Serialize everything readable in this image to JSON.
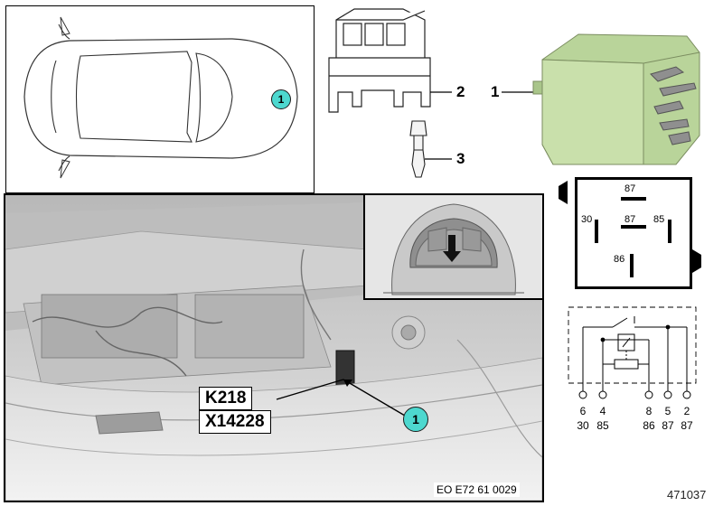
{
  "callouts": {
    "one": "1",
    "two": "2",
    "three": "3"
  },
  "location_marker": "1",
  "photo_marker": "1",
  "codes": {
    "relay": "K218",
    "connector": "X14228"
  },
  "relay_pins": {
    "p87_top": "87",
    "p30": "30",
    "p87_mid": "87",
    "p85": "85",
    "p86": "86"
  },
  "schematic_pins": [
    {
      "top": "6",
      "bottom": "30"
    },
    {
      "top": "4",
      "bottom": "85"
    },
    {
      "top": "8",
      "bottom": "86"
    },
    {
      "top": "5",
      "bottom": "87"
    },
    {
      "top": "2",
      "bottom": "87"
    }
  ],
  "photo_reference": "EO E72 61 0029",
  "diagram_number": "471037",
  "colors": {
    "marker": "#4dd8cf",
    "relay_body": "#b9d49a",
    "frame": "#000000"
  }
}
